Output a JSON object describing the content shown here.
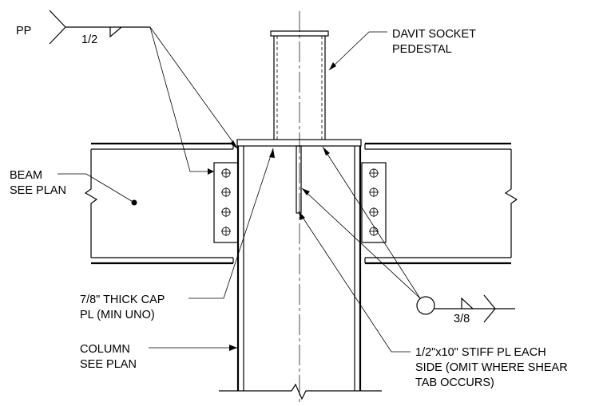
{
  "weld_top": {
    "symbol": "PP",
    "size": "1/2"
  },
  "weld_bottom": {
    "size": "3/8"
  },
  "davit": {
    "line1": "DAVIT SOCKET",
    "line2": "PEDESTAL"
  },
  "beam": {
    "line1": "BEAM",
    "line2": "SEE PLAN"
  },
  "cap_plate": {
    "line1": "7/8\" THICK CAP",
    "line2": "PL (MIN UNO)"
  },
  "column": {
    "line1": "COLUMN",
    "line2": "SEE PLAN"
  },
  "stiffener": {
    "line1": "1/2\"x10\" STIFF PL EACH",
    "line2": "SIDE (OMIT WHERE SHEAR",
    "line3": "TAB OCCURS)"
  }
}
